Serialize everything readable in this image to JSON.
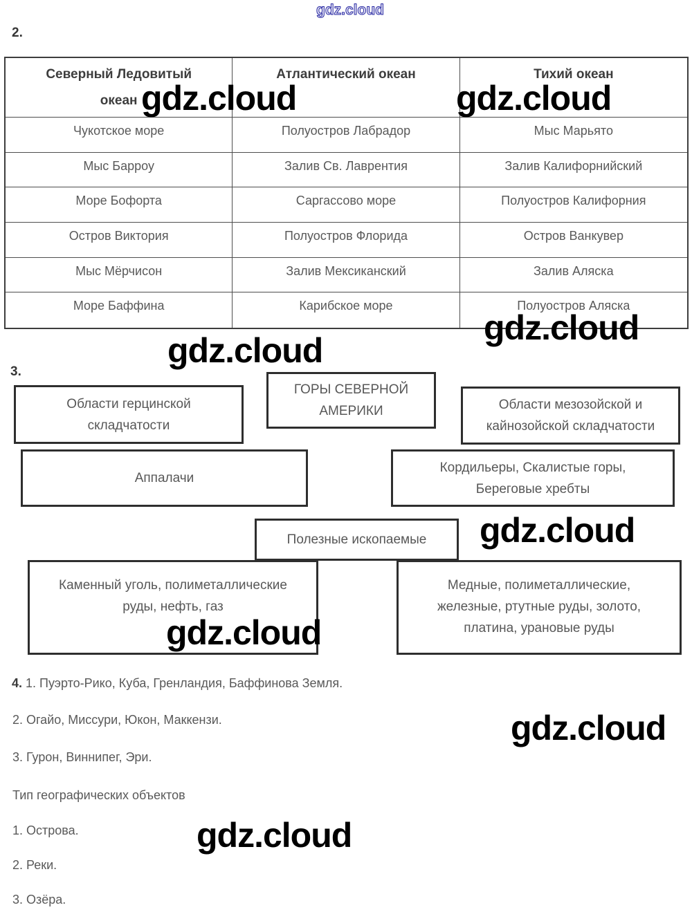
{
  "watermark": {
    "text": "gdz.cloud",
    "outline_color": "#2a2aa4",
    "body_color": "#000000"
  },
  "section2": {
    "label": "2.",
    "table": {
      "headers": [
        [
          "Северный Ледовитый",
          "океан"
        ],
        [
          "Атлантический океан"
        ],
        [
          "Тихий океан"
        ]
      ],
      "rows": [
        [
          "Чукотское море",
          "Полуостров Лабрадор",
          "Мыс Марьято"
        ],
        [
          "Мыс Барроу",
          "Залив Св. Лаврентия",
          "Залив Калифорнийский"
        ],
        [
          "Море Бофорта",
          "Саргассово море",
          "Полуостров Калифорния"
        ],
        [
          "Остров Виктория",
          "Полуостров Флорида",
          "Остров Ванкувер"
        ],
        [
          "Мыс Мёрчисон",
          "Залив Мексиканский",
          "Залив Аляска"
        ],
        [
          "Море Баффина",
          "Карибское море",
          "Полуостров Аляска"
        ]
      ]
    }
  },
  "section3": {
    "label": "3.",
    "boxes": {
      "title": [
        "ГОРЫ СЕВЕРНОЙ",
        "АМЕРИКИ"
      ],
      "hercynian": [
        "Области герцинской",
        "складчатости"
      ],
      "mesozoic": [
        "Области мезозойской и",
        "кайнозойской складчатости"
      ],
      "appalachians": [
        "Аппалачи"
      ],
      "cordillera": [
        "Кордильеры, Скалистые горы,",
        "Береговые хребты"
      ],
      "minerals": [
        "Полезные ископаемые"
      ],
      "minerals_left": [
        "Каменный уголь, полиметаллические",
        "руды, нефть, газ"
      ],
      "minerals_right": [
        "Медные, полиметаллические,",
        "железные, ртутные руды, золото,",
        "платина, урановые руды"
      ]
    }
  },
  "section4": {
    "label": "4.",
    "answers": [
      "1. Пуэрто-Рико, Куба, Гренландия, Баффинова Земля.",
      "2. Огайо, Миссури, Юкон, Маккензи.",
      "3. Гурон, Виннипег, Эри."
    ],
    "types_heading": "Тип географических объектов",
    "types": [
      "1. Острова.",
      "2. Реки.",
      "3. Озёра."
    ]
  }
}
